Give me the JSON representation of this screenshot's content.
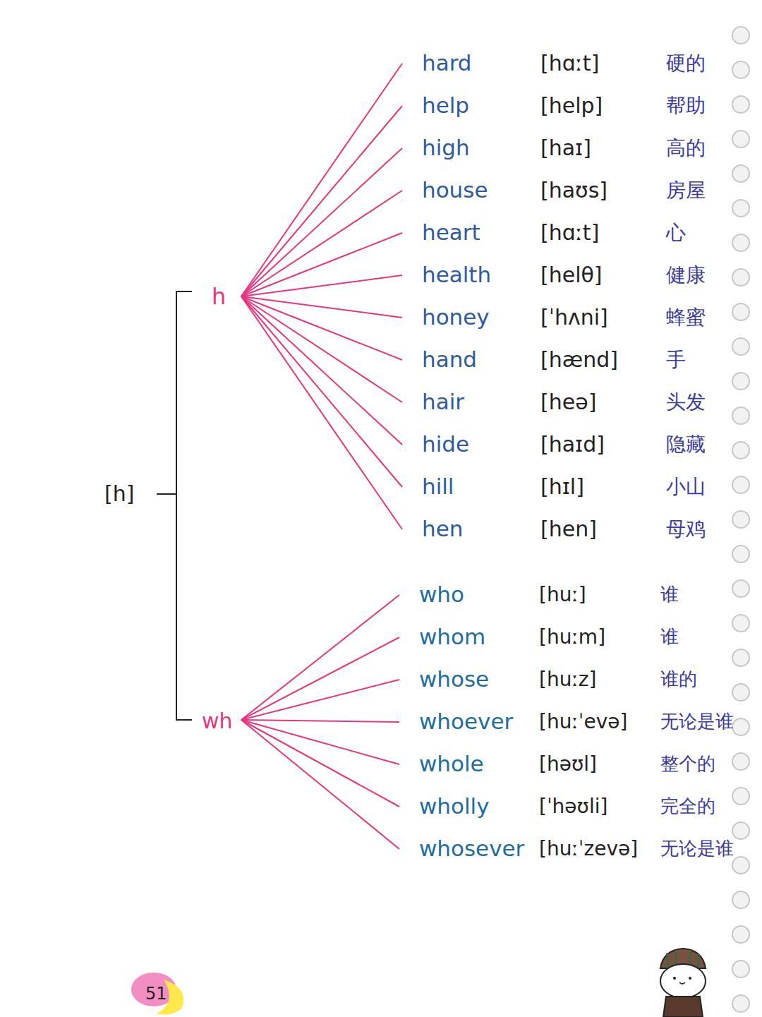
{
  "diagram": {
    "labels": [
      "[h]",
      "h",
      "wh",
      "hard",
      "[hɑːt]",
      "硬的",
      "help",
      "[help]",
      "帮助",
      "high",
      "[haɪ]",
      "高的",
      "house",
      "[haʊs]",
      "房屋",
      "heart",
      "[hɑːt]",
      "心",
      "health",
      "[helθ]",
      "健康",
      "honey",
      "[ˈhʌni]",
      "蜂蜜",
      "hand",
      "[hænd]",
      "手",
      "hair",
      "[heə]",
      "头发",
      "hide",
      "[haɪd]",
      "隐藏",
      "hill",
      "[hɪl]",
      "小山",
      "hen",
      "[hen]",
      "母鸡",
      "who",
      "[huː]",
      "谁",
      "whom",
      "[huːm]",
      "谁",
      "whose",
      "[huːz]",
      "谁的",
      "whoever",
      "[huːˈevə]",
      "无论是谁",
      "whole",
      "[həʊl]",
      "整个的",
      "wholly",
      "[ˈhəʊli]",
      "完全的",
      "whosever",
      "[huːˈzevə]",
      "无论是谁",
      "51"
    ]
  }
}
